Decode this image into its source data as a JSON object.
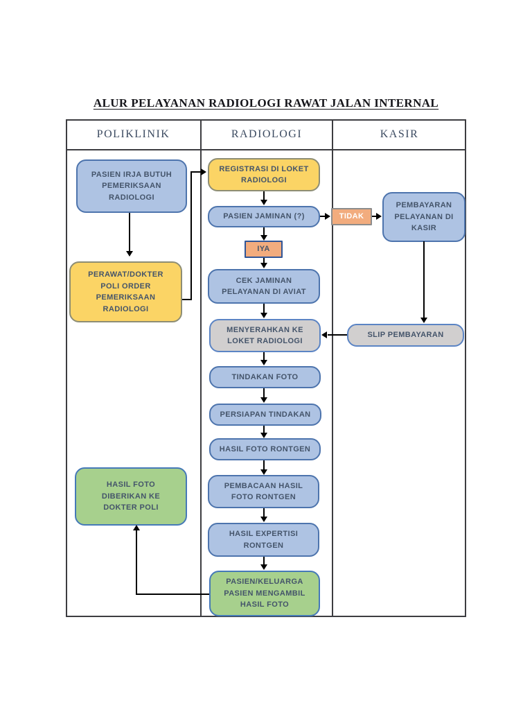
{
  "page_title": "ALUR PELAYANAN RADIOLOGI RAWAT JALAN INTERNAL",
  "columns": {
    "poliklinik": "POLIKLINIK",
    "radiologi": "RADIOLOGI",
    "kasir": "KASIR"
  },
  "nodes": {
    "pasien_irja": {
      "label": "PASIEN IRJA BUTUH PEMERIKSAAN RADIOLOGI",
      "lane": "POLIKLINIK",
      "fill": "#AEC3E3"
    },
    "perawat_dokter": {
      "label": "PERAWAT/DOKTER POLI ORDER PEMERIKSAAN RADIOLOGI",
      "lane": "POLIKLINIK",
      "fill": "#FBD465"
    },
    "hasil_foto_diberikan": {
      "label": "HASIL FOTO DIBERIKAN KE DOKTER POLI",
      "lane": "POLIKLINIK",
      "fill": "#A7D08D"
    },
    "registrasi": {
      "label": "REGISTRASI DI LOKET RADIOLOGI",
      "lane": "RADIOLOGI",
      "fill": "#FBD465"
    },
    "pasien_jaminan": {
      "label": "PASIEN JAMINAN (?)",
      "lane": "RADIOLOGI",
      "fill": "#AEC3E3"
    },
    "iya": {
      "label": "IYA",
      "lane": "RADIOLOGI",
      "fill": "#F2AC7E"
    },
    "cek_jaminan": {
      "label": "CEK JAMINAN PELAYANAN DI AVIAT",
      "lane": "RADIOLOGI",
      "fill": "#AEC3E3"
    },
    "menyerahkan": {
      "label": "MENYERAHKAN KE LOKET RADIOLOGI",
      "lane": "RADIOLOGI",
      "fill": "#D1CFCF"
    },
    "tindakan_foto": {
      "label": "TINDAKAN FOTO",
      "lane": "RADIOLOGI",
      "fill": "#AEC3E3"
    },
    "persiapan_tindakan": {
      "label": "PERSIAPAN TINDAKAN",
      "lane": "RADIOLOGI",
      "fill": "#AEC3E3"
    },
    "hasil_foto_rontgen": {
      "label": "HASIL FOTO RONTGEN",
      "lane": "RADIOLOGI",
      "fill": "#AEC3E3"
    },
    "pembacaan_hasil": {
      "label": "PEMBACAAN HASIL FOTO RONTGEN",
      "lane": "RADIOLOGI",
      "fill": "#AEC3E3"
    },
    "hasil_expertisi": {
      "label": "HASIL EXPERTISI RONTGEN",
      "lane": "RADIOLOGI",
      "fill": "#AEC3E3"
    },
    "pasien_keluarga": {
      "label": "PASIEN/KELUARGA PASIEN MENGAMBIL HASIL FOTO",
      "lane": "RADIOLOGI",
      "fill": "#A7D08D"
    },
    "tidak": {
      "label": "TIDAK",
      "lane": "KASIR",
      "fill": "#F2AC7E"
    },
    "pembayaran": {
      "label": "PEMBAYARAN PELAYANAN DI KASIR",
      "lane": "KASIR",
      "fill": "#AEC3E3"
    },
    "slip_pembayaran": {
      "label": "SLIP PEMBAYARAN",
      "lane": "KASIR",
      "fill": "#D1CFCF"
    }
  },
  "colors": {
    "node_blue_fill": "#AEC3E3",
    "node_blue_border": "#4D74AD",
    "node_yellow_fill": "#FBD465",
    "node_yellow_border": "#8D8D74",
    "node_orange_fill": "#F2AC7E",
    "iya_border": "#2F5597",
    "tidak_border": "#8C8C8C",
    "node_gray_fill": "#D1CFCF",
    "node_gray_border": "#5B84C4",
    "node_green_fill": "#A7D08D",
    "node_green_border": "#4579B8",
    "node_text": "#44546A",
    "lane_border": "#3C3C40",
    "arrow": "#000000"
  }
}
